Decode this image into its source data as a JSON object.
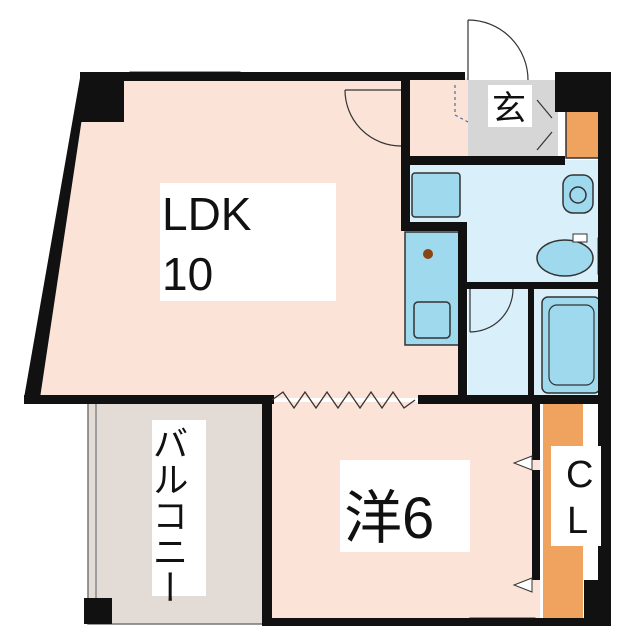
{
  "rooms": {
    "ldk": {
      "name": "LDK",
      "size": "10"
    },
    "western": {
      "name": "洋6"
    },
    "closet": {
      "line1": "C",
      "line2": "L"
    },
    "balcony": {
      "name": "バルコニー"
    },
    "entrance": {
      "name": "玄"
    }
  },
  "colors": {
    "wall": "#111111",
    "floor": "#fbe3d7",
    "wet_area": "#d9f0fb",
    "fixture": "#9fd9ee",
    "closet": "#f0a25f",
    "balcony": "#e3dbd6",
    "entrance_floor": "#d6d6d6"
  },
  "icons": [
    "door-swing-icon",
    "folding-door-icon",
    "toilet-icon",
    "washbasin-icon",
    "bathtub-icon",
    "kitchen-sink-icon",
    "stove-icon",
    "shoe-cabinet-icon"
  ]
}
